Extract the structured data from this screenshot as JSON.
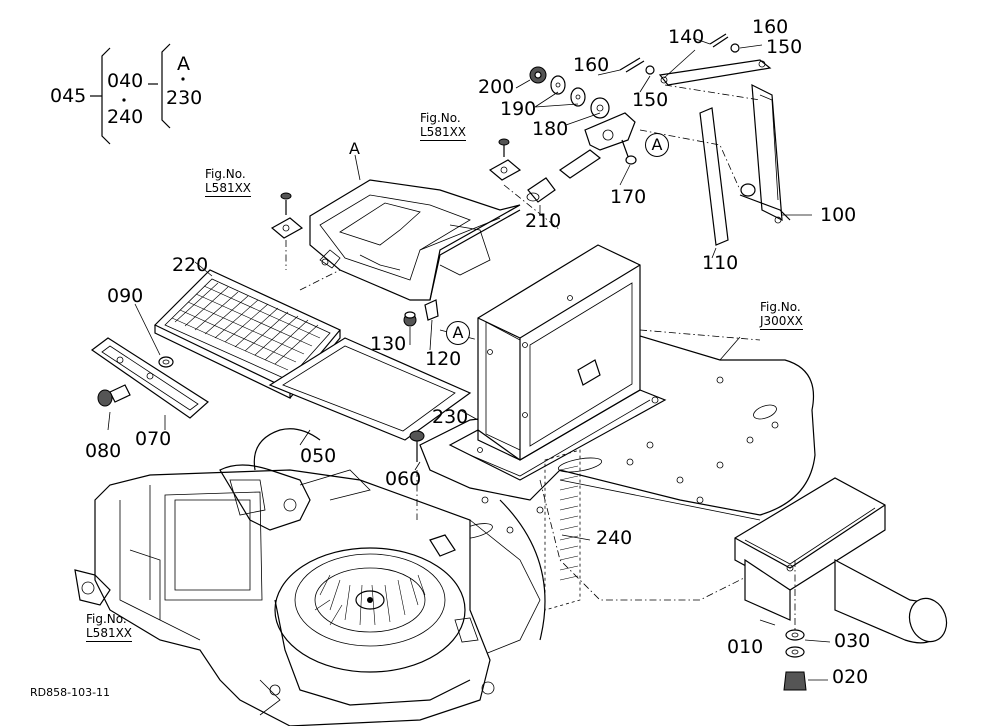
{
  "diagram_code": "RD858-103-11",
  "legend": {
    "outer": "045",
    "mid_top": "040",
    "mid_bottom": "240",
    "right_top": "A",
    "right_bottom": "230"
  },
  "parts": {
    "p010": "010",
    "p020": "020",
    "p030": "030",
    "p050": "050",
    "p060": "060",
    "p070": "070",
    "p080": "080",
    "p090": "090",
    "p100": "100",
    "p110": "110",
    "p120": "120",
    "p130": "130",
    "p140": "140",
    "p150a": "150",
    "p150b": "150",
    "p160a": "160",
    "p160b": "160",
    "p170": "170",
    "p180": "180",
    "p190": "190",
    "p200": "200",
    "p210": "210",
    "p220": "220",
    "p230": "230",
    "p240": "240"
  },
  "markers": {
    "a_plain": "A",
    "a_circle_upper": "A",
    "a_circle_lower": "A"
  },
  "fig_refs": {
    "left_upper": {
      "title": "Fig.No.",
      "number": "L581XX"
    },
    "center_upper": {
      "title": "Fig.No.",
      "number": "L581XX"
    },
    "right": {
      "title": "Fig.No.",
      "number": "J300XX"
    },
    "left_lower": {
      "title": "Fig.No.",
      "number": "L581XX"
    }
  }
}
